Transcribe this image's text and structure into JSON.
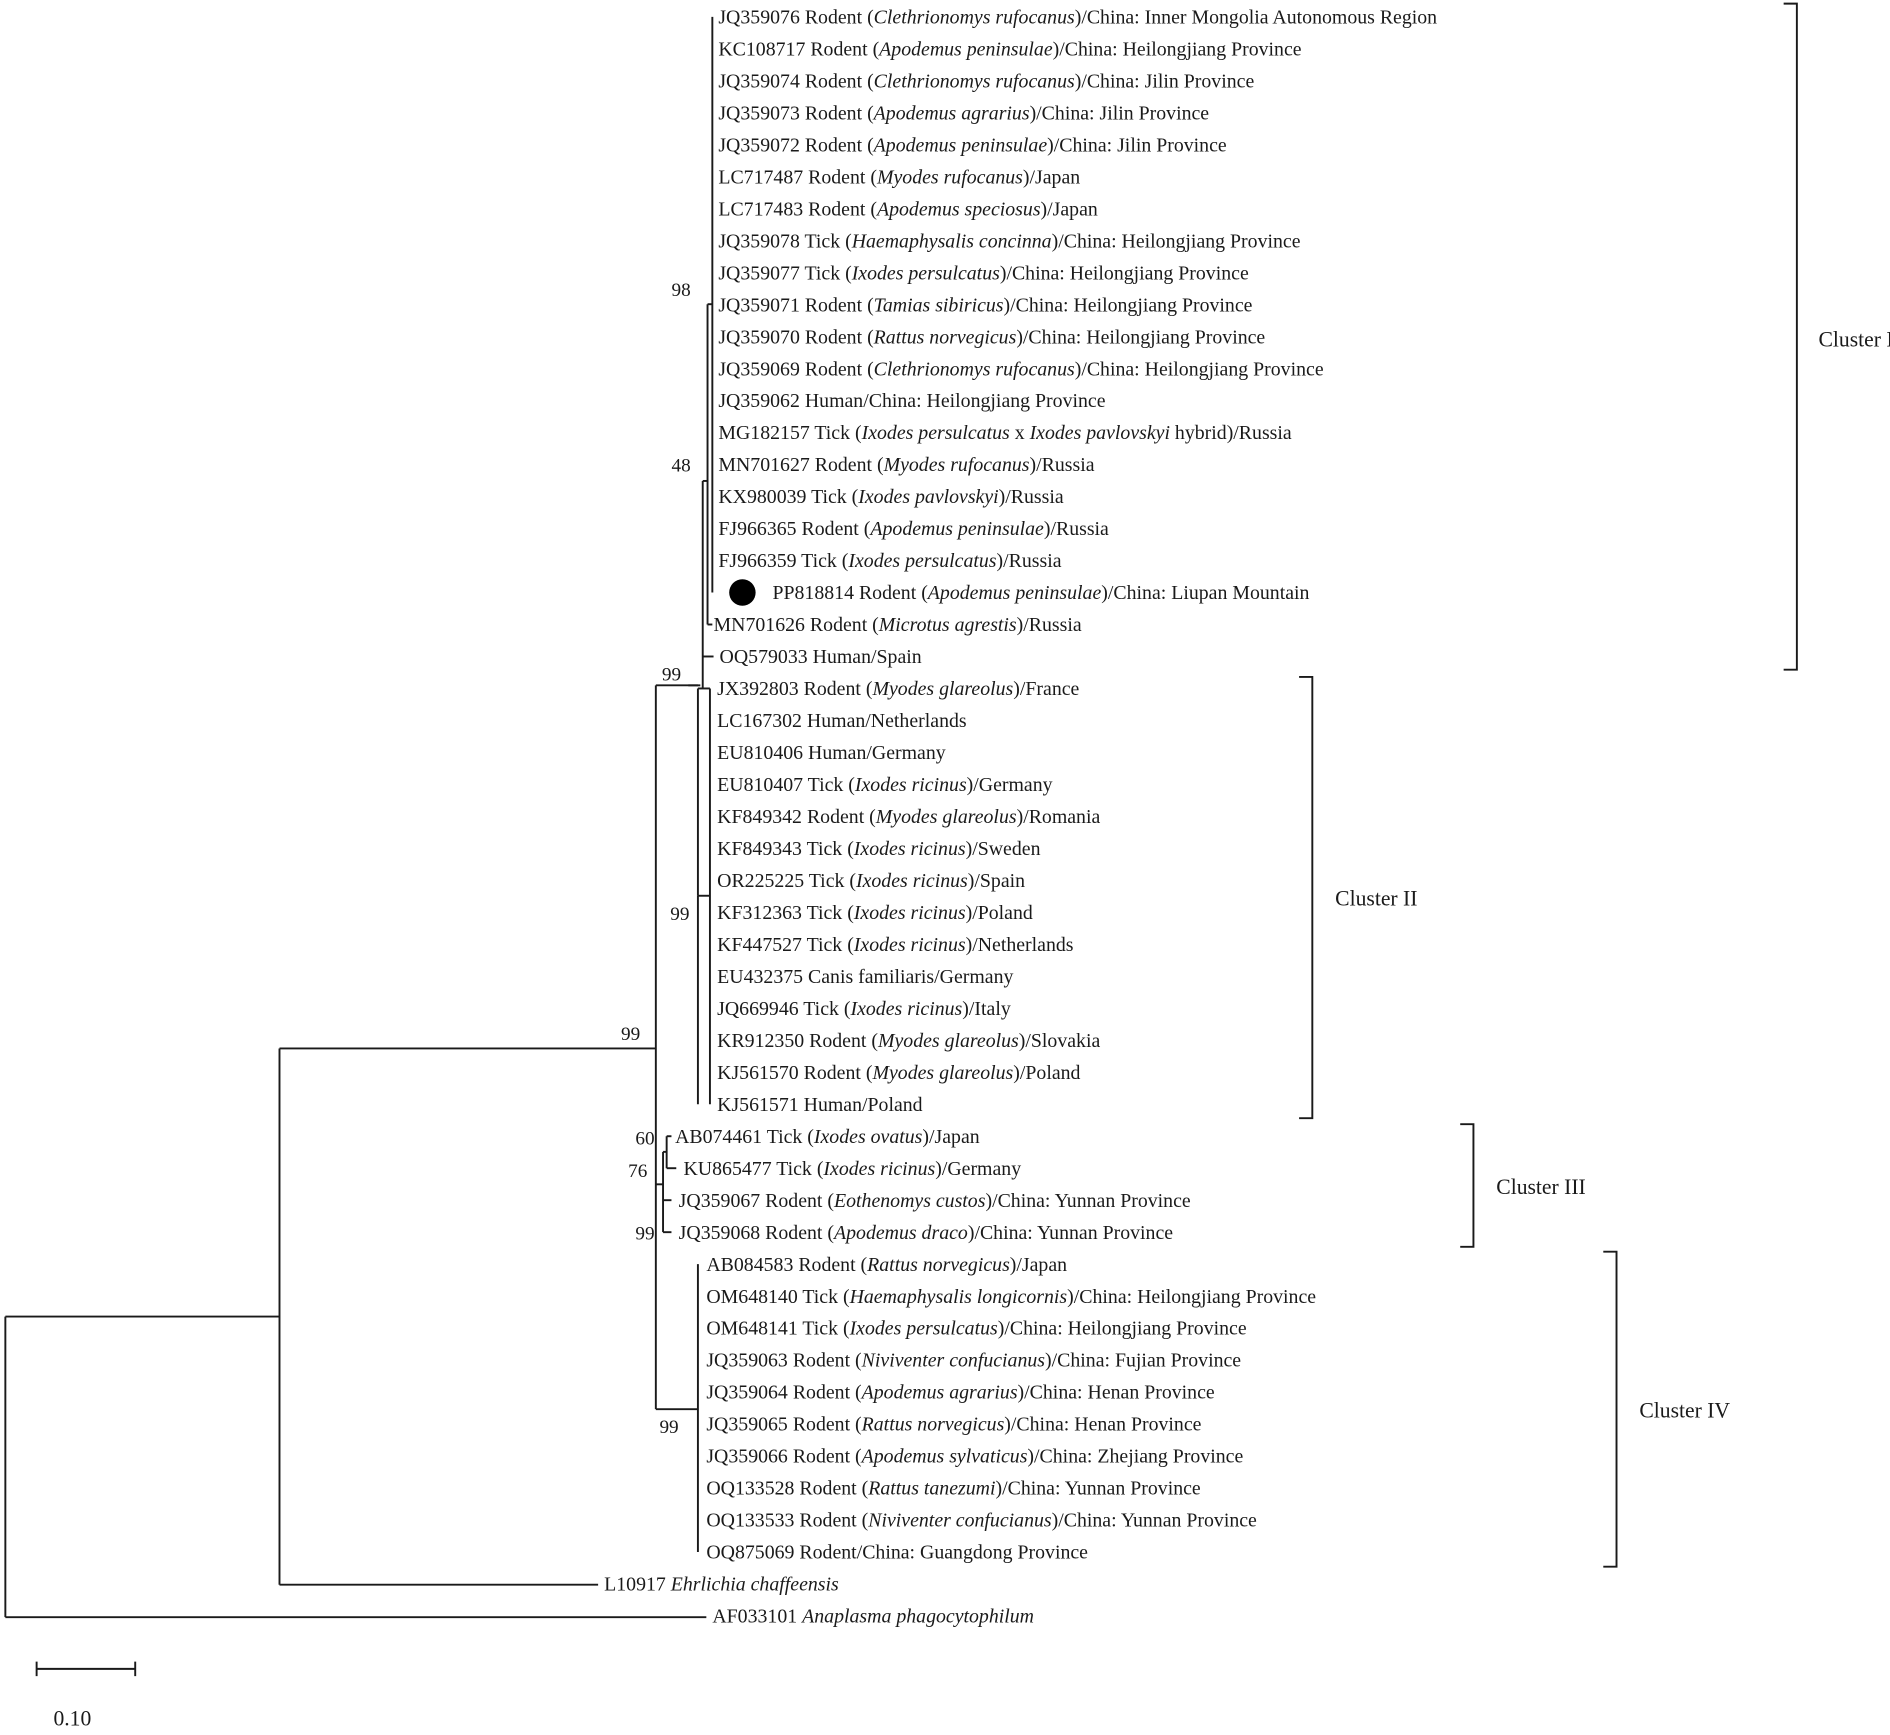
{
  "scale_bar": {
    "label": "0.10"
  },
  "support": [
    "98",
    "48",
    "99",
    "99",
    "99",
    "60",
    "76",
    "99",
    "99"
  ],
  "clusters": [
    {
      "label": "Cluster I"
    },
    {
      "label": "Cluster II"
    },
    {
      "label": "Cluster III"
    },
    {
      "label": "Cluster IV"
    }
  ],
  "query_marker": {
    "icon": "filled-circle-marker",
    "color": "#000000"
  },
  "taxa": [
    {
      "acc": "JQ359076",
      "host": "Rodent",
      "species": "Clethrionomys rufocanus",
      "loc": "China: Inner Mongolia Autonomous Region"
    },
    {
      "acc": "KC108717",
      "host": "Rodent",
      "species": "Apodemus peninsulae",
      "loc": "China: Heilongjiang Province"
    },
    {
      "acc": "JQ359074",
      "host": "Rodent",
      "species": "Clethrionomys rufocanus",
      "loc": "China: Jilin Province"
    },
    {
      "acc": "JQ359073",
      "host": "Rodent",
      "species": "Apodemus agrarius",
      "loc": "China: Jilin Province"
    },
    {
      "acc": "JQ359072",
      "host": "Rodent",
      "species": "Apodemus peninsulae",
      "loc": "China: Jilin Province"
    },
    {
      "acc": "LC717487",
      "host": "Rodent",
      "species": "Myodes rufocanus",
      "loc": "Japan"
    },
    {
      "acc": "LC717483",
      "host": "Rodent",
      "species": "Apodemus speciosus",
      "loc": "Japan"
    },
    {
      "acc": "JQ359078",
      "host": "Tick",
      "species": "Haemaphysalis concinna",
      "loc": "China: Heilongjiang Province"
    },
    {
      "acc": "JQ359077",
      "host": "Tick",
      "species": "Ixodes persulcatus",
      "loc": "China: Heilongjiang Province"
    },
    {
      "acc": "JQ359071",
      "host": "Rodent",
      "species": "Tamias sibiricus",
      "loc": "China: Heilongjiang Province"
    },
    {
      "acc": "JQ359070",
      "host": "Rodent",
      "species": "Rattus norvegicus",
      "loc": "China: Heilongjiang Province"
    },
    {
      "acc": "JQ359069",
      "host": "Rodent",
      "species": "Clethrionomys rufocanus",
      "loc": "China: Heilongjiang Province"
    },
    {
      "acc": "JQ359062",
      "host": "Human",
      "loc": "China: Heilongjiang Province"
    },
    {
      "acc": "MG182157",
      "host": "Tick",
      "species": "Ixodes persulcatus",
      "species_joiner": " x ",
      "species2": "Ixodes pavlovskyi",
      "species_suffix": " hybrid",
      "loc": "Russia"
    },
    {
      "acc": "MN701627",
      "host": "Rodent",
      "species": "Myodes rufocanus",
      "loc": "Russia"
    },
    {
      "acc": "KX980039",
      "host": "Tick",
      "species": "Ixodes pavlovskyi",
      "loc": "Russia"
    },
    {
      "acc": "FJ966365",
      "host": "Rodent",
      "species": "Apodemus peninsulae",
      "loc": "Russia"
    },
    {
      "acc": "FJ966359",
      "host": "Tick",
      "species": "Ixodes persulcatus",
      "loc": "Russia"
    },
    {
      "acc": "PP818814",
      "host": "Rodent",
      "species": "Apodemus peninsulae",
      "loc": "China: Liupan Mountain"
    },
    {
      "acc": "MN701626",
      "host": "Rodent",
      "species": "Microtus agrestis",
      "loc": "Russia"
    },
    {
      "acc": "OQ579033",
      "host": "Human",
      "loc": "Spain"
    },
    {
      "acc": "JX392803",
      "host": "Rodent",
      "species": "Myodes glareolus",
      "loc": "France"
    },
    {
      "acc": "LC167302",
      "host": "Human",
      "loc": "Netherlands"
    },
    {
      "acc": "EU810406",
      "host": "Human",
      "loc": "Germany"
    },
    {
      "acc": "EU810407",
      "host": "Tick",
      "species": "Ixodes ricinus",
      "loc": "Germany"
    },
    {
      "acc": "KF849342",
      "host": "Rodent",
      "species": "Myodes glareolus",
      "loc": "Romania"
    },
    {
      "acc": "KF849343",
      "host": "Tick",
      "species": "Ixodes ricinus",
      "loc": "Sweden"
    },
    {
      "acc": "OR225225",
      "host": "Tick",
      "species": "Ixodes ricinus",
      "loc": "Spain"
    },
    {
      "acc": "KF312363",
      "host": "Tick",
      "species": "Ixodes ricinus",
      "loc": "Poland"
    },
    {
      "acc": "KF447527",
      "host": "Tick",
      "species": "Ixodes ricinus",
      "loc": "Netherlands"
    },
    {
      "acc": "EU432375",
      "host": "Canis familiaris",
      "loc": "Germany"
    },
    {
      "acc": "JQ669946",
      "host": "Tick",
      "species": "Ixodes ricinus",
      "loc": "Italy"
    },
    {
      "acc": "KR912350",
      "host": "Rodent",
      "species": "Myodes glareolus",
      "loc": "Slovakia"
    },
    {
      "acc": "KJ561570",
      "host": "Rodent",
      "species": "Myodes glareolus",
      "loc": "Poland"
    },
    {
      "acc": "KJ561571",
      "host": "Human",
      "loc": "Poland"
    },
    {
      "acc": "AB074461",
      "host": "Tick",
      "species": "Ixodes ovatus",
      "loc": "Japan"
    },
    {
      "acc": "KU865477",
      "host": "Tick",
      "species": "Ixodes ricinus",
      "loc": "Germany"
    },
    {
      "acc": "JQ359067",
      "host": "Rodent",
      "species": "Eothenomys custos",
      "loc": "China: Yunnan Province"
    },
    {
      "acc": "JQ359068",
      "host": "Rodent",
      "species": "Apodemus draco",
      "loc": "China: Yunnan Province"
    },
    {
      "acc": "AB084583",
      "host": "Rodent",
      "species": "Rattus norvegicus",
      "loc": "Japan"
    },
    {
      "acc": "OM648140",
      "host": "Tick",
      "species": "Haemaphysalis longicornis",
      "loc": "China: Heilongjiang Province"
    },
    {
      "acc": "OM648141",
      "host": "Tick",
      "species": "Ixodes persulcatus",
      "loc": "China: Heilongjiang Province"
    },
    {
      "acc": "JQ359063",
      "host": "Rodent",
      "species": "Niviventer confucianus",
      "loc": "China: Fujian Province"
    },
    {
      "acc": "JQ359064",
      "host": "Rodent",
      "species": "Apodemus agrarius",
      "loc": "China: Henan Province"
    },
    {
      "acc": "JQ359065",
      "host": "Rodent",
      "species": "Rattus norvegicus",
      "loc": "China: Henan Province"
    },
    {
      "acc": "JQ359066",
      "host": "Rodent",
      "species": "Apodemus sylvaticus",
      "loc": "China: Zhejiang Province"
    },
    {
      "acc": "OQ133528",
      "host": "Rodent",
      "species": "Rattus tanezumi",
      "loc": "China: Yunnan Province"
    },
    {
      "acc": "OQ133533",
      "host": "Rodent",
      "species": "Niviventer confucianus",
      "loc": "China: Yunnan Province"
    },
    {
      "acc": "OQ875069",
      "host": "Rodent",
      "loc": "China: Guangdong Province"
    },
    {
      "acc": "L10917",
      "species": "Ehrlichia chaffeensis"
    },
    {
      "acc": "AF033101",
      "species": "Anaplasma phagocytophilum"
    }
  ]
}
